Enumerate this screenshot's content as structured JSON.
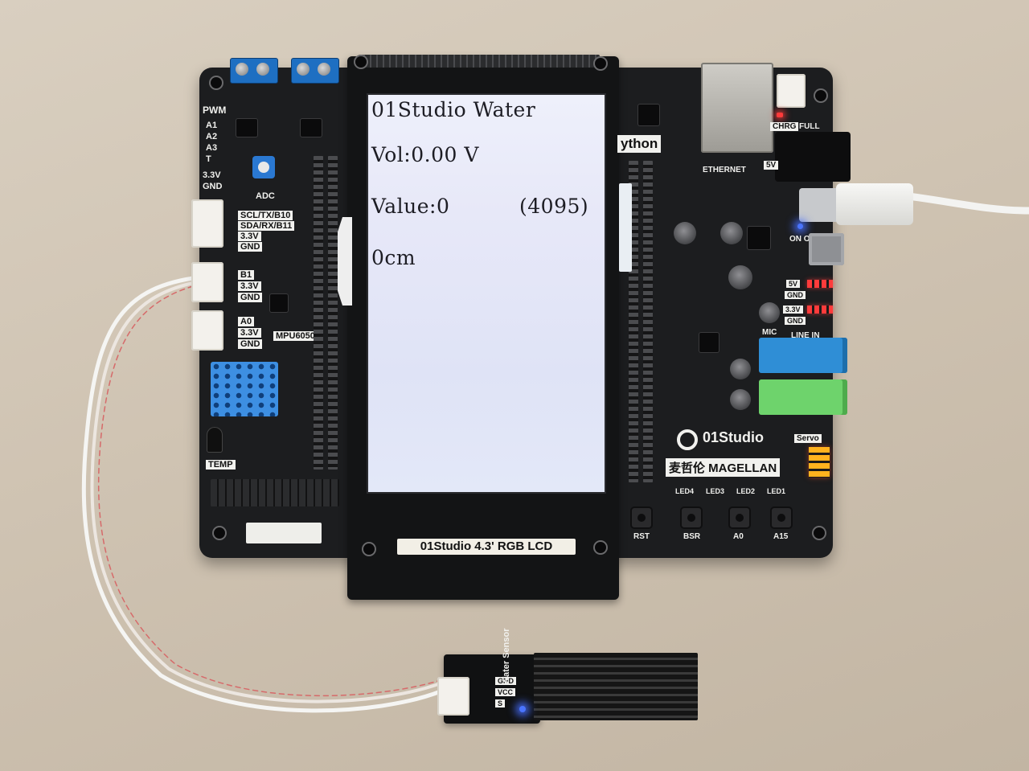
{
  "lcd": {
    "title": "01Studio Water",
    "voltage": "Vol:0.00 V",
    "value": "Value:0",
    "raw": "(4095)",
    "distance": "0cm"
  },
  "board": {
    "lcd_label": "01Studio  4.3'  RGB LCD",
    "brand": "01Studio",
    "model": "麦哲伦 MAGELLAN",
    "python_label": "ython",
    "pwm_label": "PWM",
    "header_labels": [
      "SCL/TX/B10",
      "SDA/RX/B11",
      "3.3V",
      "GND",
      "B1",
      "3.3V",
      "GND",
      "A0",
      "3.3V",
      "GND"
    ],
    "adc_labels": [
      "A1",
      "A2",
      "A3",
      "T",
      "3.3V",
      "GND"
    ],
    "right_labels": [
      "CHRG",
      "FULL",
      "5V",
      "ON OFF",
      "5V",
      "GND",
      "3.3V",
      "GND",
      "LINE IN",
      "Servo"
    ],
    "led_labels": [
      "LED4",
      "LED3",
      "LED2",
      "LED1"
    ],
    "button_labels": [
      "RST",
      "BSR",
      "A0",
      "A15"
    ],
    "misc_labels": [
      "MPU6050",
      "TEMP",
      "ETHERNET",
      "MIC",
      "ADC"
    ]
  },
  "sensor": {
    "title": "Water Sensor",
    "pins": [
      "GND",
      "VCC",
      "S"
    ]
  },
  "colors": {
    "pcb": "#1c1d1f",
    "lcd_background": "#e7e8f8",
    "lcd_text": "#1d1d24",
    "terminal_blue": "#1e6fc2",
    "audio_blue": "#2f8ed6",
    "audio_green": "#6ed36c",
    "led_red": "#ff3a3a",
    "led_blue": "#4a74ff",
    "table": "#d2c6b5"
  }
}
